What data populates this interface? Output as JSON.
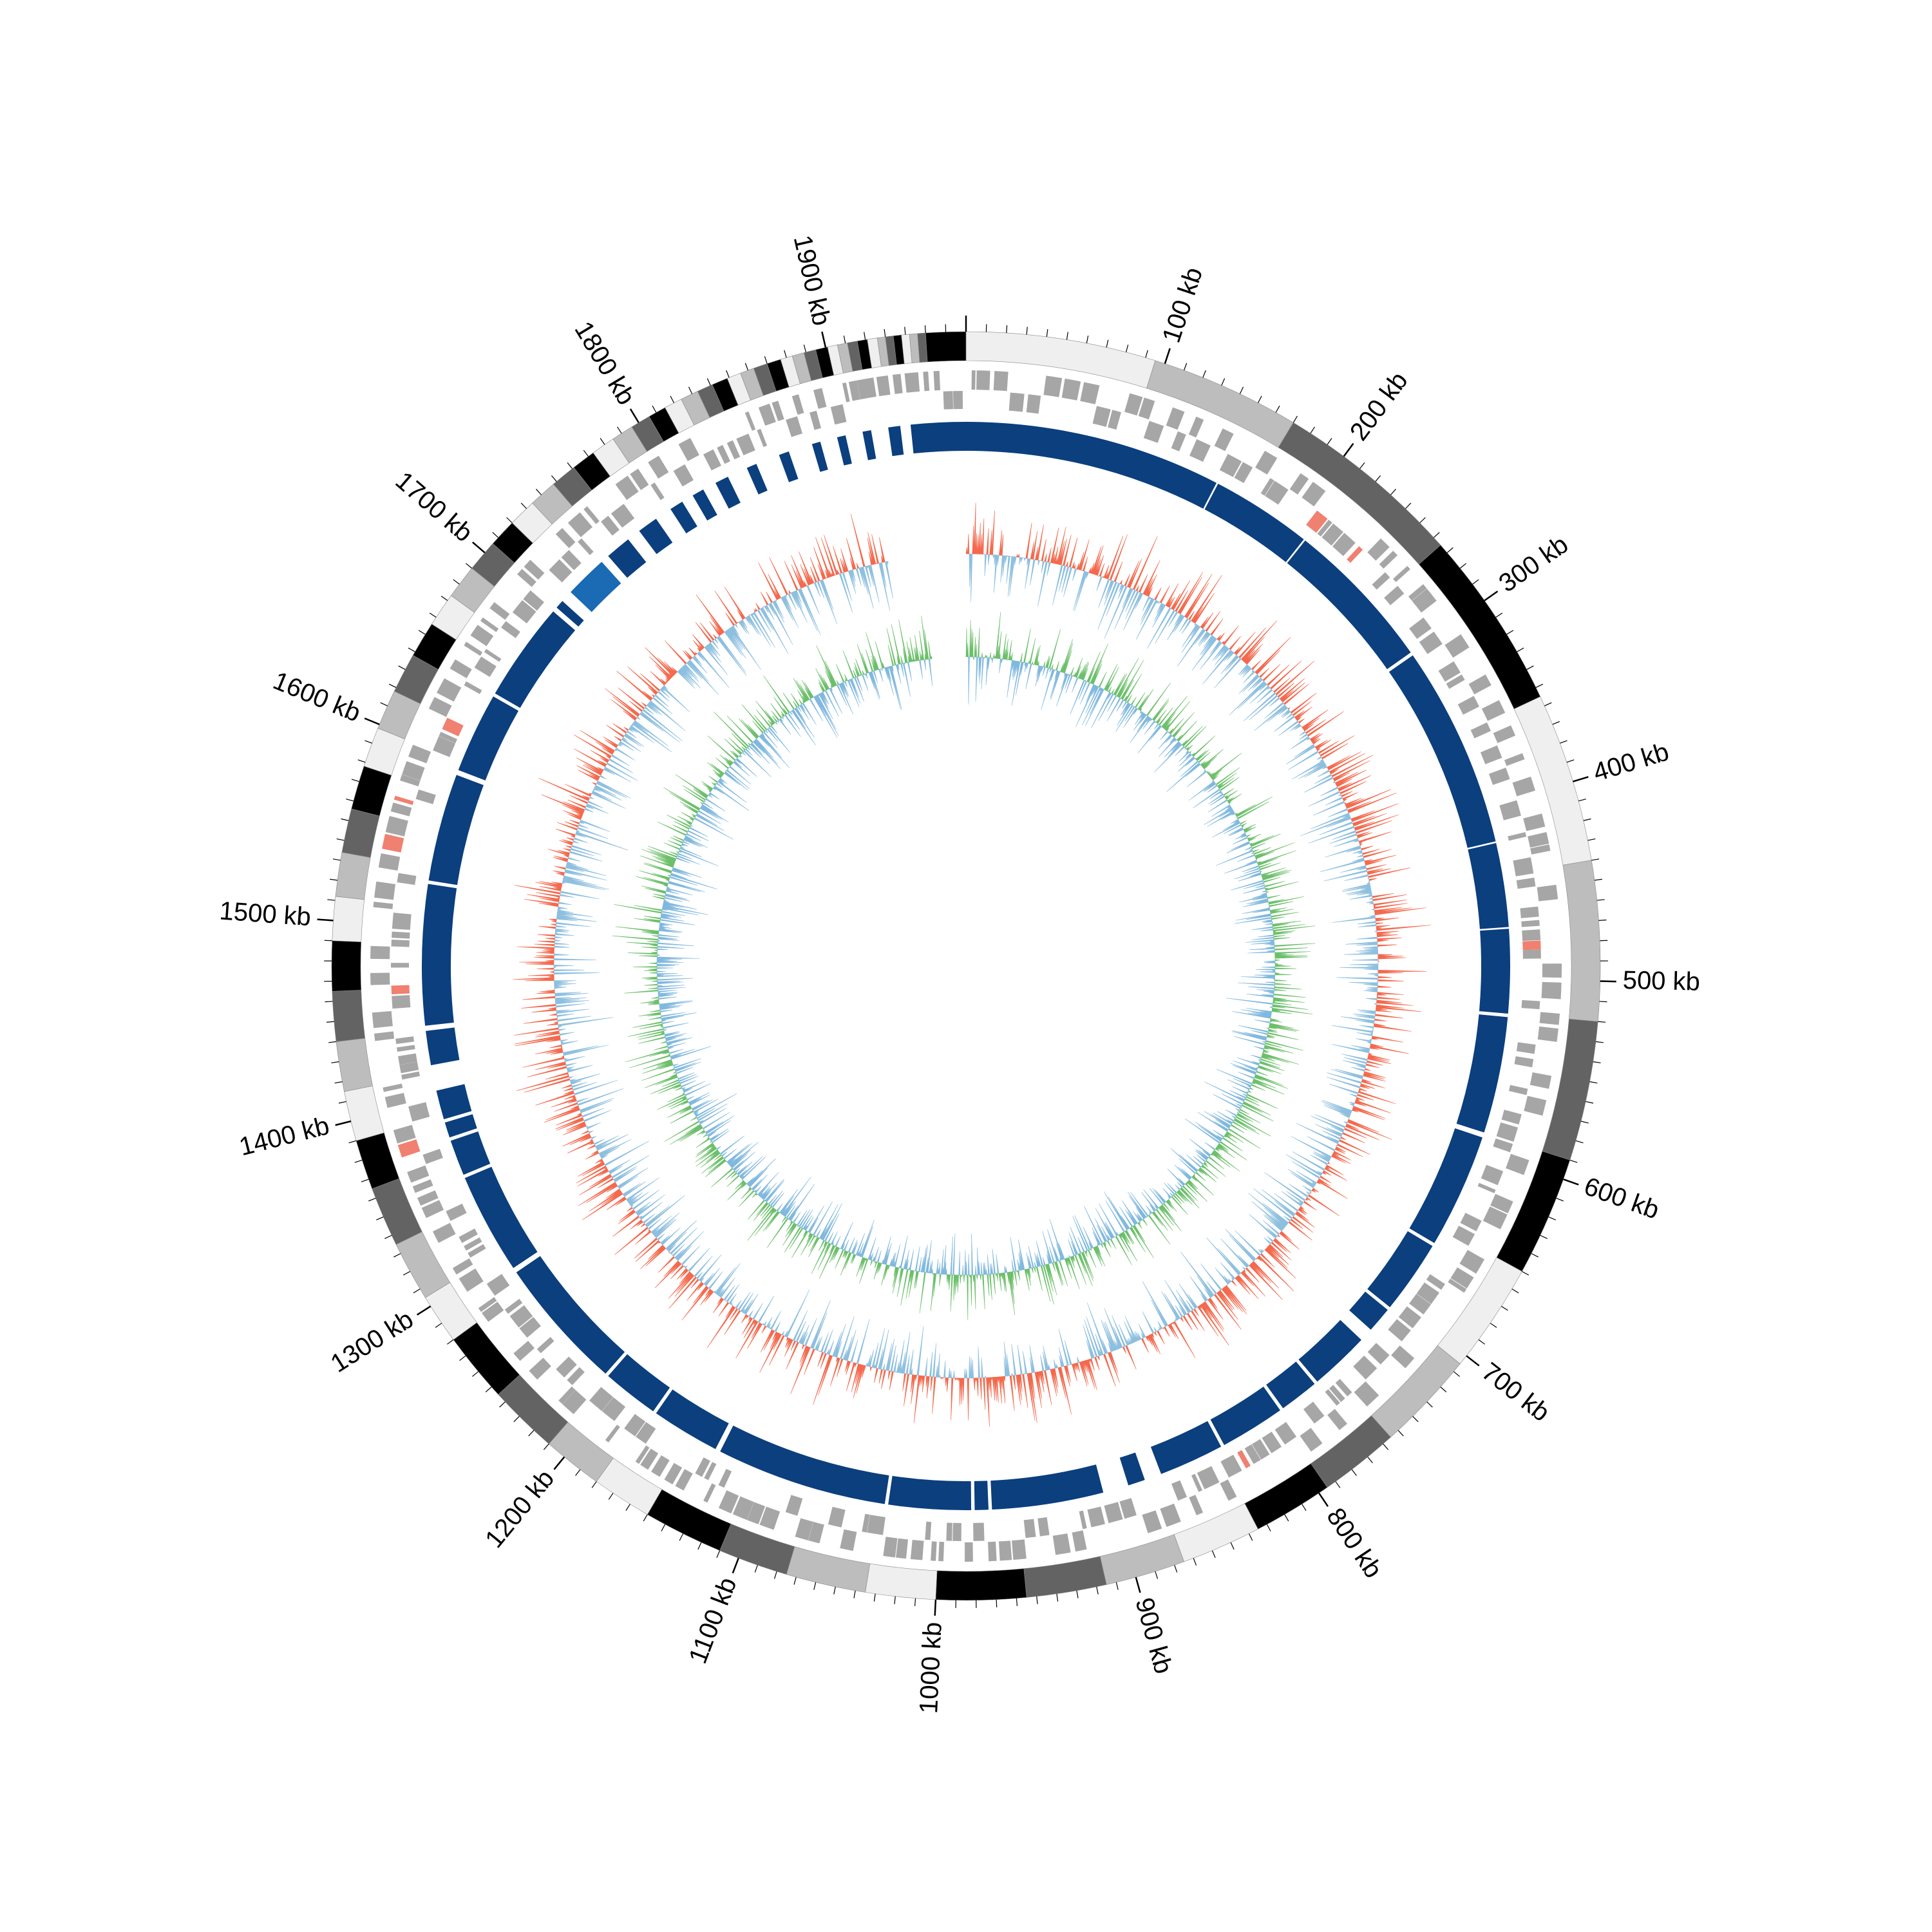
{
  "genome": {
    "length_kb": 1970,
    "unit": "kb",
    "tick_labels": [
      "100 kb",
      "200 kb",
      "300 kb",
      "400 kb",
      "500 kb",
      "600 kb",
      "700 kb",
      "800 kb",
      "900 kb",
      "1000 kb",
      "1100 kb",
      "1200 kb",
      "1300 kb",
      "1400 kb",
      "1500 kb",
      "1600 kb",
      "1700 kb",
      "1800 kb",
      "1900 kb"
    ],
    "tick_positions_kb": [
      100,
      200,
      300,
      400,
      500,
      600,
      700,
      800,
      900,
      1000,
      1100,
      1200,
      1300,
      1400,
      1500,
      1600,
      1700,
      1800,
      1900
    ],
    "minor_tick_step_kb": 10
  },
  "tracks": {
    "contigs": {
      "shades": [
        "#efefef",
        "#bdbdbd",
        "#636363",
        "#000000"
      ],
      "segments_kb": [
        [
          0,
          95,
          "#efefef"
        ],
        [
          95,
          170,
          "#bdbdbd"
        ],
        [
          170,
          265,
          "#636363"
        ],
        [
          265,
          355,
          "#000000"
        ],
        [
          355,
          440,
          "#efefef"
        ],
        [
          440,
          520,
          "#bdbdbd"
        ],
        [
          520,
          590,
          "#636363"
        ],
        [
          590,
          650,
          "#000000"
        ],
        [
          650,
          705,
          "#efefef"
        ],
        [
          705,
          755,
          "#bdbdbd"
        ],
        [
          755,
          795,
          "#636363"
        ],
        [
          795,
          835,
          "#000000"
        ],
        [
          835,
          875,
          "#efefef"
        ],
        [
          875,
          915,
          "#bdbdbd"
        ],
        [
          915,
          955,
          "#636363"
        ],
        [
          955,
          1000,
          "#000000"
        ],
        [
          1000,
          1035,
          "#efefef"
        ],
        [
          1035,
          1075,
          "#bdbdbd"
        ],
        [
          1075,
          1110,
          "#636363"
        ],
        [
          1110,
          1150,
          "#000000"
        ],
        [
          1150,
          1180,
          "#efefef"
        ],
        [
          1180,
          1210,
          "#bdbdbd"
        ],
        [
          1210,
          1245,
          "#636363"
        ],
        [
          1245,
          1280,
          "#000000"
        ],
        [
          1280,
          1305,
          "#efefef"
        ],
        [
          1305,
          1335,
          "#bdbdbd"
        ],
        [
          1335,
          1365,
          "#636363"
        ],
        [
          1365,
          1390,
          "#000000"
        ],
        [
          1390,
          1415,
          "#efefef"
        ],
        [
          1415,
          1440,
          "#bdbdbd"
        ],
        [
          1440,
          1465,
          "#636363"
        ],
        [
          1465,
          1490,
          "#000000"
        ],
        [
          1490,
          1512,
          "#efefef"
        ],
        [
          1512,
          1534,
          "#bdbdbd"
        ],
        [
          1534,
          1556,
          "#636363"
        ],
        [
          1556,
          1578,
          "#000000"
        ],
        [
          1578,
          1598,
          "#efefef"
        ],
        [
          1598,
          1618,
          "#bdbdbd"
        ],
        [
          1618,
          1638,
          "#636363"
        ],
        [
          1638,
          1656,
          "#000000"
        ],
        [
          1656,
          1673,
          "#efefef"
        ],
        [
          1673,
          1690,
          "#bdbdbd"
        ],
        [
          1690,
          1706,
          "#636363"
        ],
        [
          1706,
          1720,
          "#000000"
        ],
        [
          1720,
          1734,
          "#efefef"
        ],
        [
          1734,
          1748,
          "#bdbdbd"
        ],
        [
          1748,
          1761,
          "#636363"
        ],
        [
          1761,
          1773,
          "#000000"
        ],
        [
          1773,
          1785,
          "#efefef"
        ],
        [
          1785,
          1796,
          "#bdbdbd"
        ],
        [
          1796,
          1806,
          "#636363"
        ],
        [
          1806,
          1815,
          "#000000"
        ],
        [
          1815,
          1824,
          "#efefef"
        ],
        [
          1824,
          1833,
          "#bdbdbd"
        ],
        [
          1833,
          1841,
          "#636363"
        ],
        [
          1841,
          1849,
          "#000000"
        ],
        [
          1849,
          1856,
          "#efefef"
        ],
        [
          1856,
          1863,
          "#bdbdbd"
        ],
        [
          1863,
          1870,
          "#636363"
        ],
        [
          1870,
          1877,
          "#000000"
        ],
        [
          1877,
          1883,
          "#efefef"
        ],
        [
          1883,
          1889,
          "#bdbdbd"
        ],
        [
          1889,
          1895,
          "#636363"
        ],
        [
          1895,
          1901,
          "#000000"
        ],
        [
          1901,
          1906,
          "#efefef"
        ],
        [
          1906,
          1911,
          "#bdbdbd"
        ],
        [
          1911,
          1916,
          "#636363"
        ],
        [
          1916,
          1921,
          "#000000"
        ],
        [
          1921,
          1926,
          "#efefef"
        ],
        [
          1926,
          1930,
          "#bdbdbd"
        ],
        [
          1930,
          1934,
          "#636363"
        ],
        [
          1934,
          1938,
          "#000000"
        ],
        [
          1938,
          1942,
          "#efefef"
        ],
        [
          1942,
          1946,
          "#bdbdbd"
        ],
        [
          1946,
          1950,
          "#636363"
        ],
        [
          1950,
          1970,
          "#000000"
        ]
      ]
    },
    "features": {
      "color_main": "#a6a6a6",
      "color_highlight": "#f08070"
    },
    "assembly_blocks": {
      "color": "#0b3f7e",
      "color_alt": "#1a6ab4",
      "blocks_kb": [
        [
          0,
          150
        ],
        [
          151,
          210
        ],
        [
          211,
          300
        ],
        [
          302,
          420
        ],
        [
          421,
          470
        ],
        [
          471,
          520
        ],
        [
          522,
          590
        ],
        [
          593,
          660
        ],
        [
          662,
          705
        ],
        [
          707,
          722
        ],
        [
          730,
          765
        ],
        [
          767,
          790
        ],
        [
          792,
          830
        ],
        [
          832,
          870
        ],
        [
          880,
          890
        ],
        [
          905,
          970
        ],
        [
          972,
          980
        ],
        [
          982,
          1030
        ],
        [
          1032,
          1132
        ],
        [
          1135,
          1175
        ],
        [
          1177,
          1210
        ],
        [
          1212,
          1290
        ],
        [
          1293,
          1352
        ],
        [
          1354,
          1375
        ],
        [
          1377,
          1386
        ],
        [
          1388,
          1405
        ],
        [
          1420,
          1440
        ],
        [
          1443,
          1525
        ],
        [
          1527,
          1590
        ],
        [
          1593,
          1640
        ],
        [
          1642,
          1700
        ],
        [
          1703,
          1708
        ],
        [
          1715,
          1740
        ],
        [
          1745,
          1760
        ],
        [
          1768,
          1780
        ],
        [
          1790,
          1798
        ],
        [
          1805,
          1812
        ],
        [
          1820,
          1828
        ],
        [
          1840,
          1846
        ],
        [
          1860,
          1866
        ],
        [
          1880,
          1885
        ],
        [
          1895,
          1900
        ],
        [
          1910,
          1915
        ],
        [
          1925,
          1932
        ],
        [
          1938,
          1970
        ]
      ]
    },
    "gc_content": {
      "above_color": "#f4694d",
      "below_color": "#8dbfdf",
      "gap_kb": [
        1910,
        1970
      ]
    },
    "gc_skew": {
      "above_color": "#6cbf6a",
      "below_color": "#80b8de",
      "gap_kb": [
        1935,
        1970
      ]
    }
  }
}
